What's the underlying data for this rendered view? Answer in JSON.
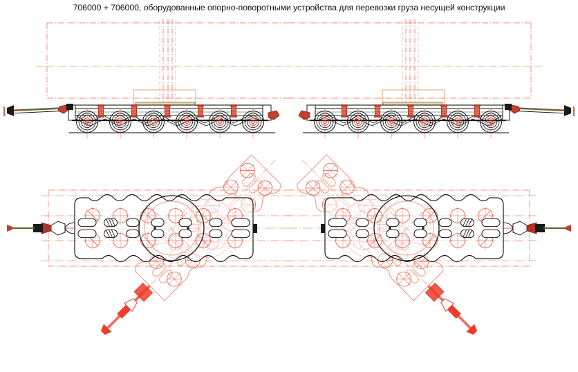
{
  "title": "706000 + 706000, оборудованные опорно-поворотными устройства для перевозки груза несущей конструкции",
  "drawing": {
    "type": "engineering-drawing",
    "subject": "Railway heavy-haul transporter pair with slewing (turntable) devices",
    "views": [
      {
        "name": "side-elevation-left",
        "label": "Side elevation, left transporter"
      },
      {
        "name": "side-elevation-right",
        "label": "Side elevation, right transporter"
      },
      {
        "name": "plan-view-left",
        "label": "Plan view, left transporter"
      },
      {
        "name": "plan-view-right",
        "label": "Plan view, right transporter"
      }
    ],
    "colors": {
      "outline_black": "#1a1a1a",
      "construction_red": "#e8604c",
      "light_red": "#f0907e",
      "pale_orange": "#e8a06a",
      "bright_red": "#ef2b16",
      "dark_red": "#b03424",
      "rail_gray": "#555555"
    },
    "specs": {
      "wheels_per_side": 6,
      "axles_per_transporter": 6,
      "transporters": 2,
      "turntable_slots": 4,
      "rotation_angle_deg": 45
    }
  }
}
